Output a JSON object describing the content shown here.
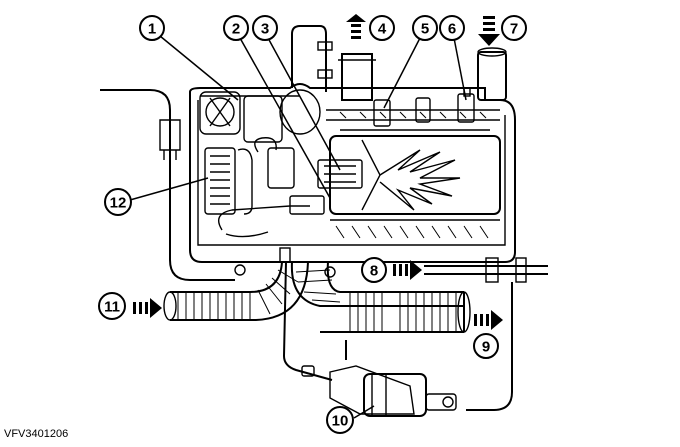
{
  "callouts": [
    {
      "id": "1",
      "label": "1"
    },
    {
      "id": "2",
      "label": "2"
    },
    {
      "id": "3",
      "label": "3"
    },
    {
      "id": "4",
      "label": "4"
    },
    {
      "id": "5",
      "label": "5"
    },
    {
      "id": "6",
      "label": "6"
    },
    {
      "id": "7",
      "label": "7"
    },
    {
      "id": "8",
      "label": "8"
    },
    {
      "id": "9",
      "label": "9"
    },
    {
      "id": "10",
      "label": "10"
    },
    {
      "id": "11",
      "label": "11"
    },
    {
      "id": "12",
      "label": "12"
    }
  ],
  "reference_code": "VFV3401206"
}
